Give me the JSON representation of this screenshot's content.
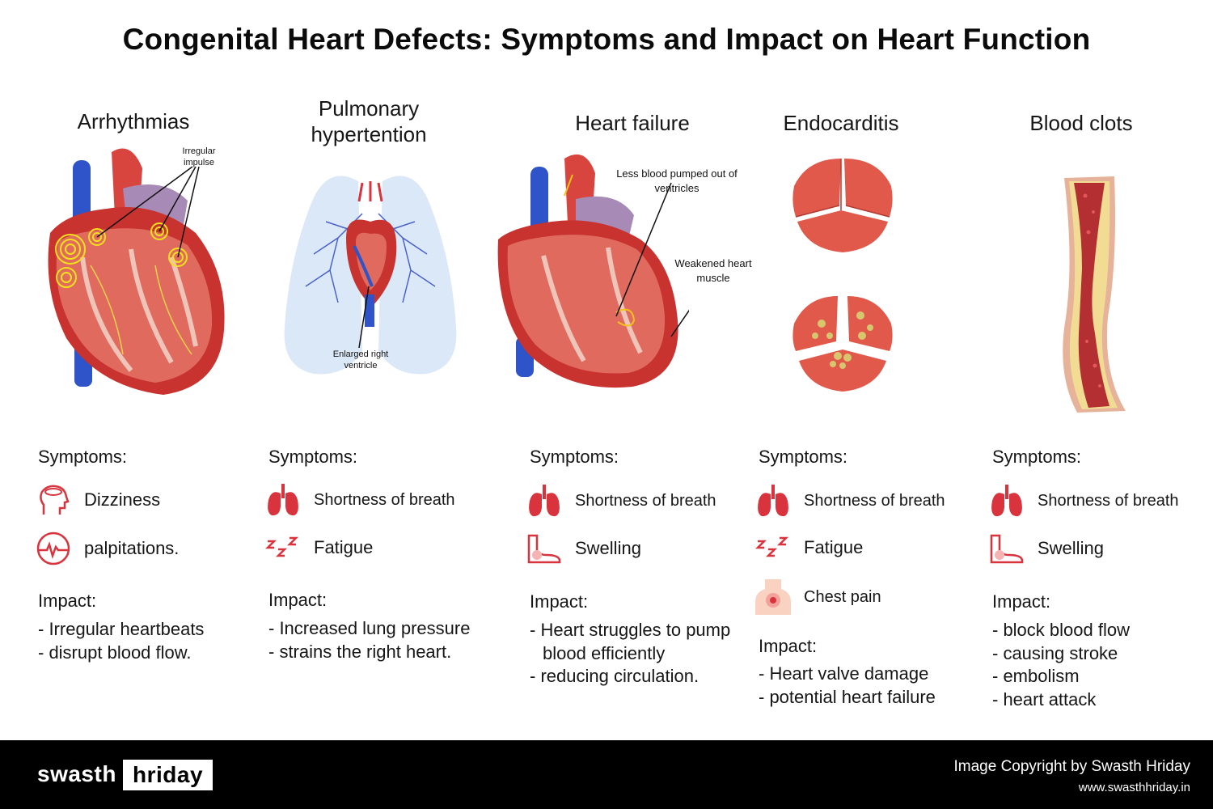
{
  "title": "Congenital Heart Defects: Symptoms and Impact on Heart Function",
  "columns": [
    {
      "title": "Arrhythmias",
      "callouts": [
        "Irregular impulse"
      ],
      "symptoms_label": "Symptoms:",
      "symptoms": [
        {
          "icon": "head-dizziness-icon",
          "text": "Dizziness"
        },
        {
          "icon": "heart-pulse-icon",
          "text": "palpitations."
        }
      ],
      "impact_label": "Impact:",
      "impact": [
        "- Irregular heartbeats",
        "- disrupt blood flow."
      ]
    },
    {
      "title": "Pulmonary hypertention",
      "callouts": [
        "Enlarged right ventricle"
      ],
      "symptoms_label": "Symptoms:",
      "symptoms": [
        {
          "icon": "lungs-icon",
          "text": "Shortness of breath"
        },
        {
          "icon": "fatigue-zzz-icon",
          "text": "Fatigue"
        }
      ],
      "impact_label": "Impact:",
      "impact": [
        "- Increased lung pressure",
        "- strains the right heart."
      ]
    },
    {
      "title": "Heart failure",
      "callouts": [
        "Less blood pumped out of ventricles",
        "Weakened heart muscle"
      ],
      "symptoms_label": "Symptoms:",
      "symptoms": [
        {
          "icon": "lungs-icon",
          "text": "Shortness of breath"
        },
        {
          "icon": "swollen-foot-icon",
          "text": "Swelling"
        }
      ],
      "impact_label": "Impact:",
      "impact": [
        "- Heart struggles to pump blood efficiently",
        "- reducing circulation."
      ]
    },
    {
      "title": "Endocarditis",
      "callouts": [],
      "symptoms_label": "Symptoms:",
      "symptoms": [
        {
          "icon": "lungs-icon",
          "text": "Shortness of breath"
        },
        {
          "icon": "fatigue-zzz-icon",
          "text": "Fatigue"
        },
        {
          "icon": "chest-pain-icon",
          "text": "Chest pain"
        }
      ],
      "impact_label": "Impact:",
      "impact": [
        "- Heart valve damage",
        "- potential heart failure"
      ]
    },
    {
      "title": "Blood clots",
      "callouts": [],
      "symptoms_label": "Symptoms:",
      "symptoms": [
        {
          "icon": "lungs-icon",
          "text": "Shortness of breath"
        },
        {
          "icon": "swollen-foot-icon",
          "text": "Swelling"
        }
      ],
      "impact_label": "Impact:",
      "impact": [
        "- block blood flow",
        "- causing stroke",
        "- embolism",
        "- heart attack"
      ]
    }
  ],
  "footer": {
    "logo_part1": "swasth",
    "logo_part2": "hriday",
    "copyright": "Image Copyright by Swasth Hriday",
    "website": "www.swasthhriday.in"
  },
  "colors": {
    "accent_red": "#d9343d",
    "muscle_red": "#c8322f",
    "vein_blue": "#2f53c8",
    "artery_purple": "#a78ab6"
  }
}
